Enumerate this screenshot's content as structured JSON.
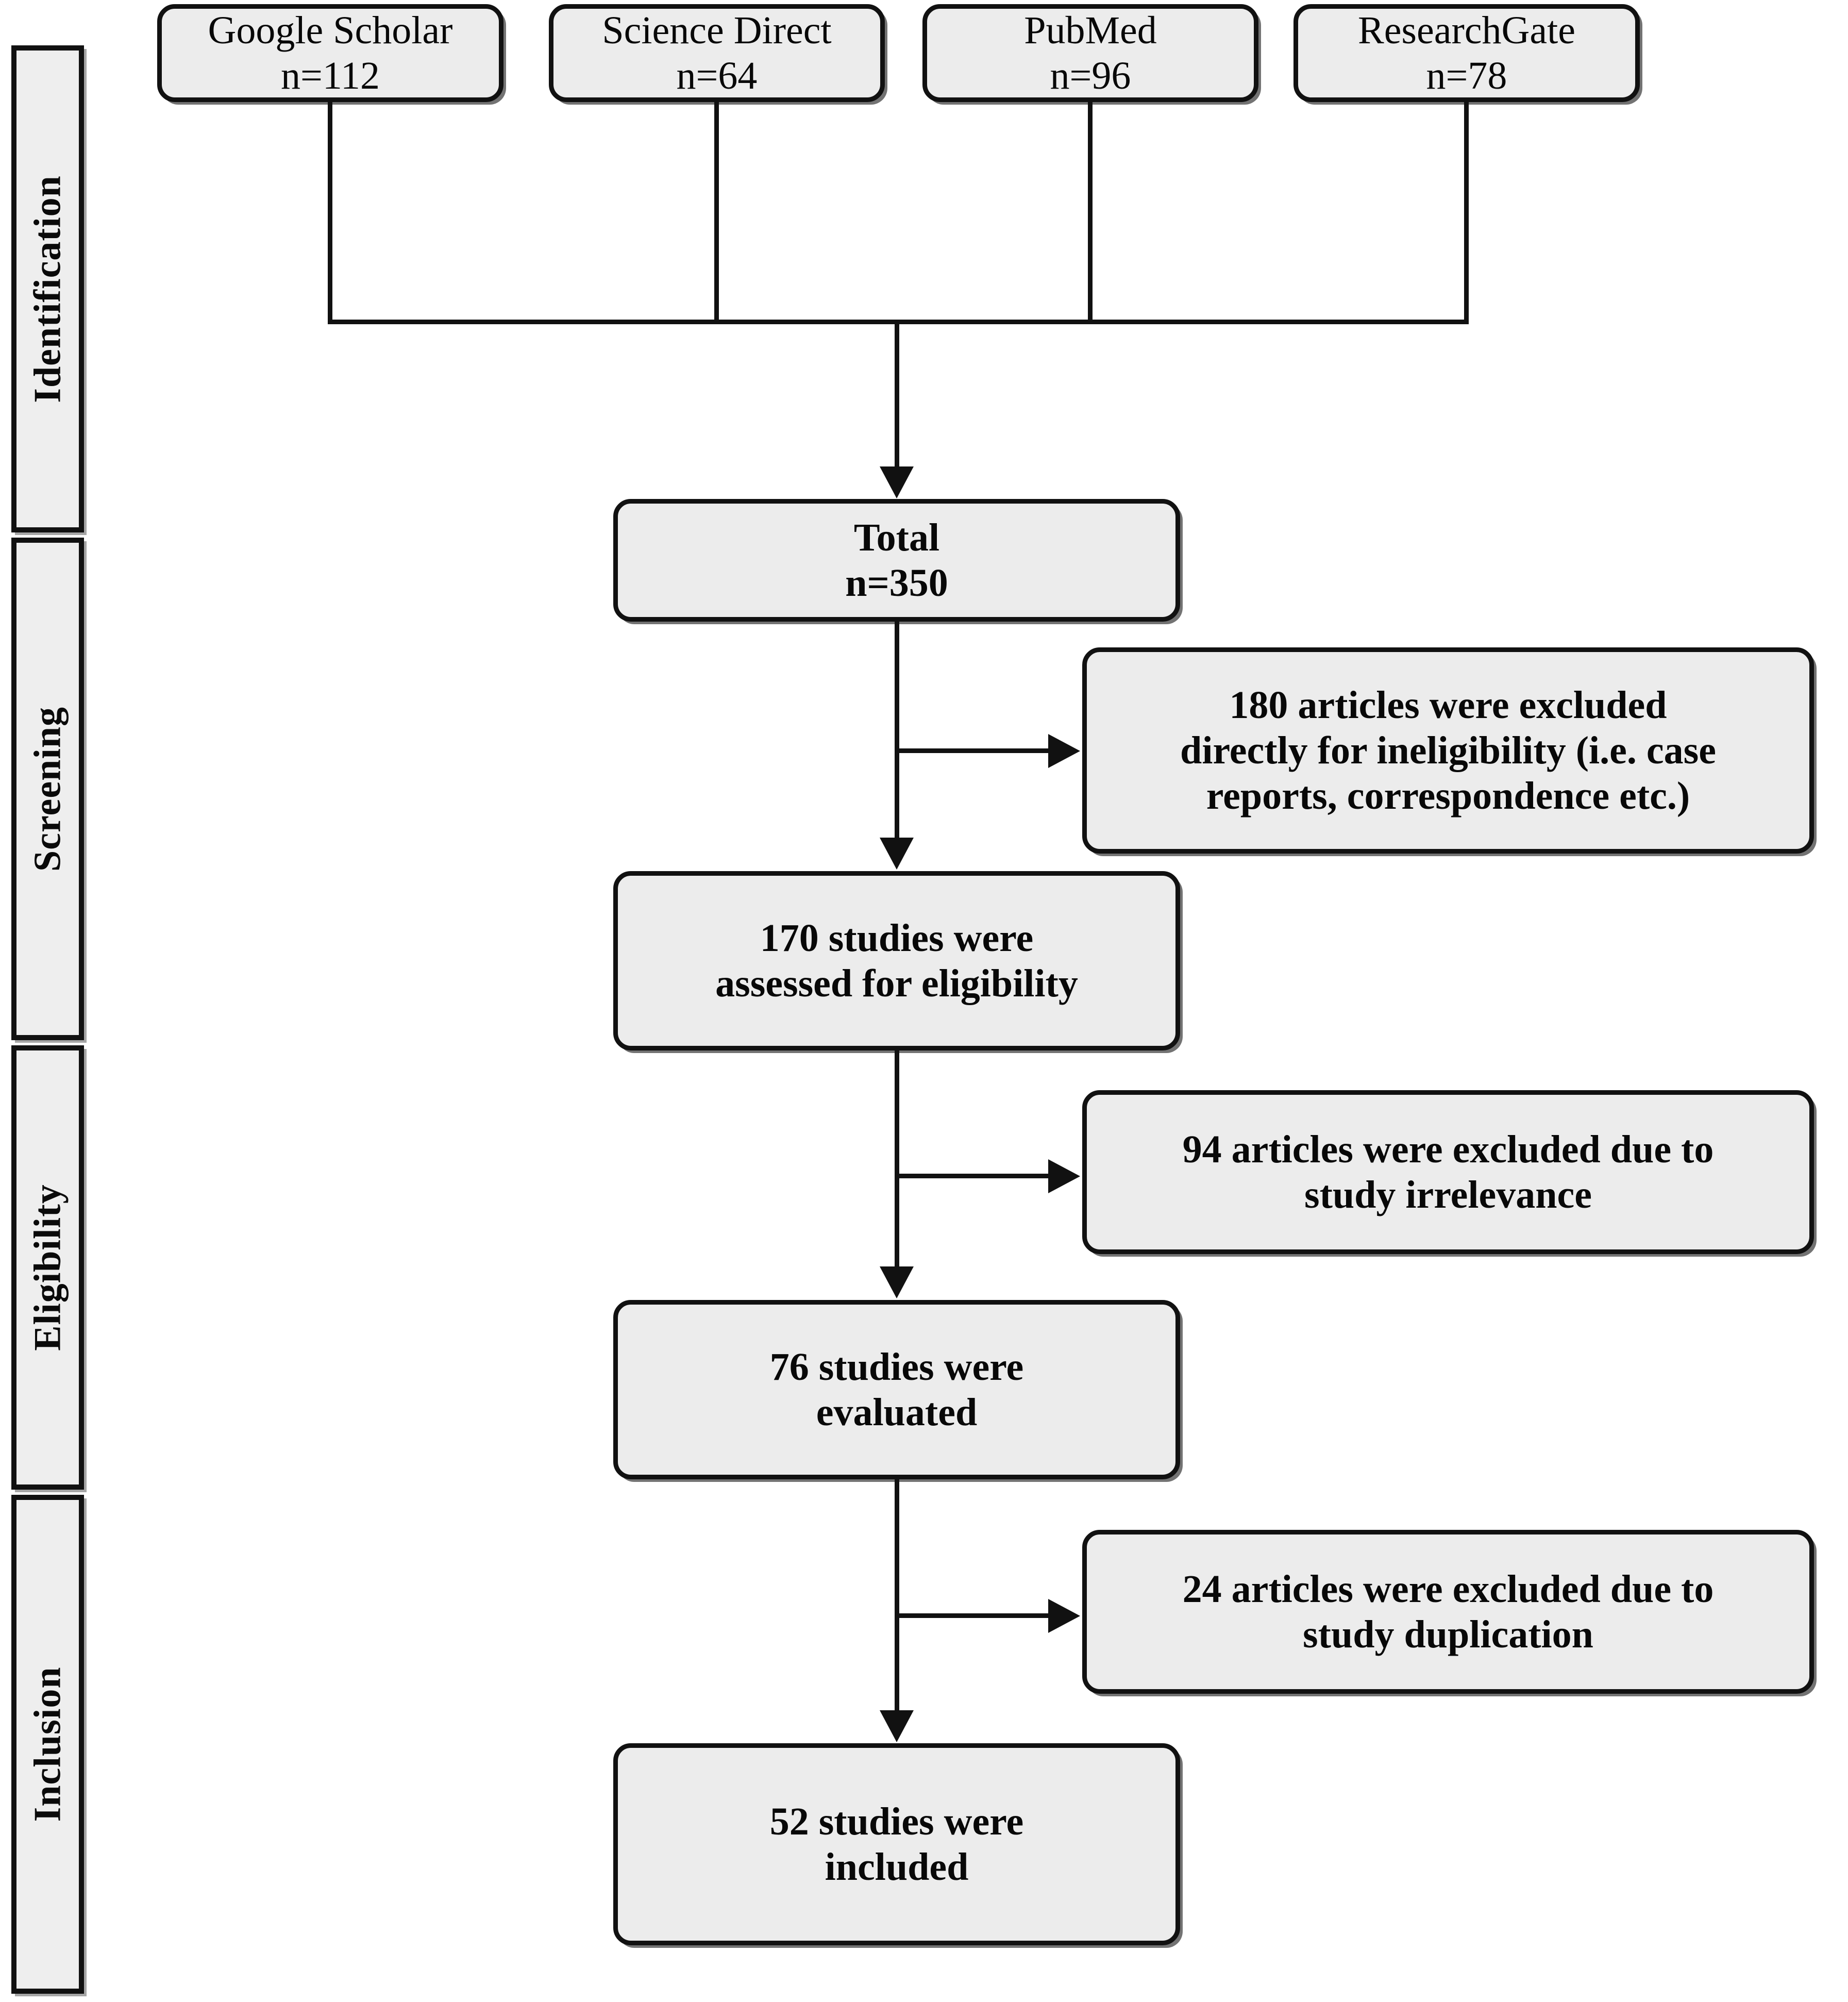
{
  "diagram": {
    "type": "prisma-flow-diagram",
    "stages": [
      {
        "id": "identification",
        "label": "Identification"
      },
      {
        "id": "screening",
        "label": "Screening"
      },
      {
        "id": "eligibility",
        "label": "Eligibility"
      },
      {
        "id": "inclusion",
        "label": "Inclusion"
      }
    ],
    "sources": [
      {
        "id": "google-scholar",
        "name": "Google Scholar",
        "count_label": "n=112",
        "count": 112
      },
      {
        "id": "science-direct",
        "name": "Science Direct",
        "count_label": "n=64",
        "count": 64
      },
      {
        "id": "pubmed",
        "name": "PubMed",
        "count_label": "n=96",
        "count": 96
      },
      {
        "id": "researchgate",
        "name": "ResearchGate",
        "count_label": "n=78",
        "count": 78
      }
    ],
    "flow": [
      {
        "id": "total",
        "line1": "Total",
        "line2": "n=350",
        "count": 350
      },
      {
        "id": "assessed",
        "line1": "170 studies were",
        "line2": "assessed for eligibility",
        "count": 170
      },
      {
        "id": "evaluated",
        "line1": "76 studies were",
        "line2": "evaluated",
        "count": 76
      },
      {
        "id": "included",
        "line1": "52 studies were",
        "line2": "included",
        "count": 52
      }
    ],
    "exclusions": [
      {
        "id": "excluded-ineligible",
        "count": 180,
        "line1": "180 articles were excluded",
        "line2": "directly for ineligibility (i.e. case",
        "line3": "reports, correspondence etc.)"
      },
      {
        "id": "excluded-irrelevance",
        "count": 94,
        "line1": "94 articles were excluded due to",
        "line2": "study irrelevance",
        "line3": ""
      },
      {
        "id": "excluded-duplication",
        "count": 24,
        "line1": "24 articles were excluded due to",
        "line2": "study duplication",
        "line3": ""
      }
    ],
    "colors": {
      "box_fill": "#ececec",
      "box_border": "#111111",
      "text": "#080808",
      "background": "#ffffff",
      "connector": "#111111"
    }
  }
}
